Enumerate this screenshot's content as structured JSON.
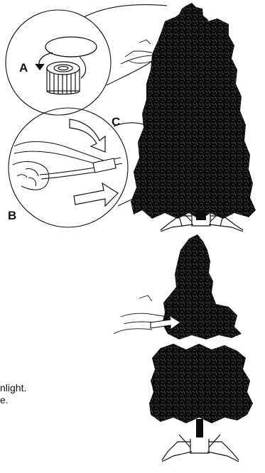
{
  "callouts": {
    "a": "A",
    "b": "B",
    "c": "C"
  },
  "cut_text": {
    "line_1": "nlight.",
    "line_2": "e."
  },
  "colors": {
    "line": "#111111",
    "tree": "#0c0c0c",
    "background": "#ffffff"
  },
  "icons": {
    "cap": "bottle-cap-icon",
    "hand": "hand-icon",
    "arrow": "arrow-icon",
    "stand": "tree-stand-icon"
  }
}
